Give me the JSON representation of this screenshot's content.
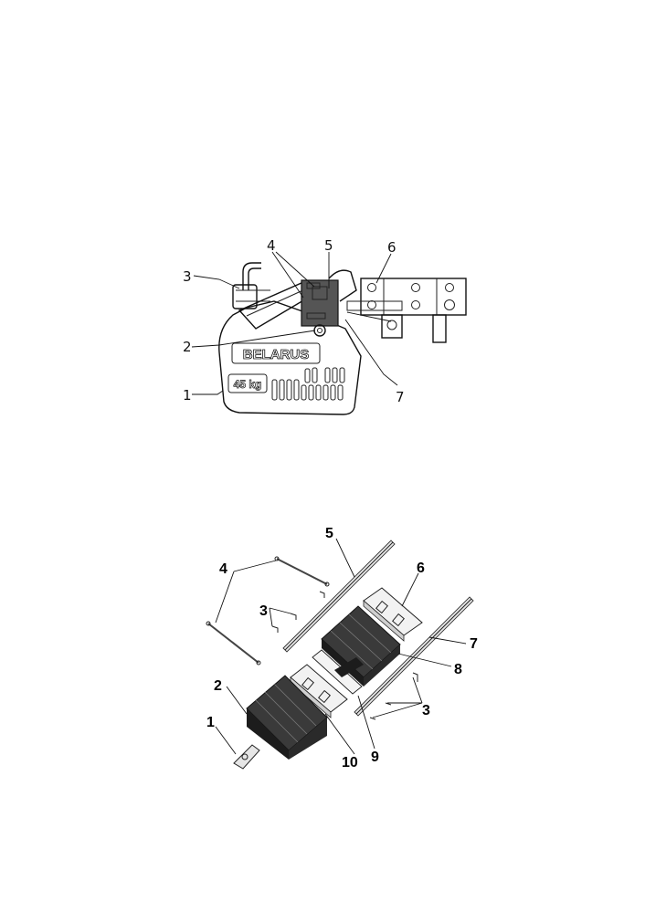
{
  "top_figure": {
    "logo_text": "BELARUS",
    "weight_label": "45 kg",
    "callouts": [
      "1",
      "2",
      "3",
      "4",
      "5",
      "6",
      "7"
    ]
  },
  "bottom_figure": {
    "callouts": [
      "1",
      "2",
      "3",
      "3",
      "4",
      "5",
      "6",
      "7",
      "8",
      "9",
      "10"
    ]
  },
  "colors": {
    "line": "#111111",
    "ballast": "#3a3a3a",
    "ballast_dark": "#1c1c1c",
    "background": "#ffffff"
  }
}
